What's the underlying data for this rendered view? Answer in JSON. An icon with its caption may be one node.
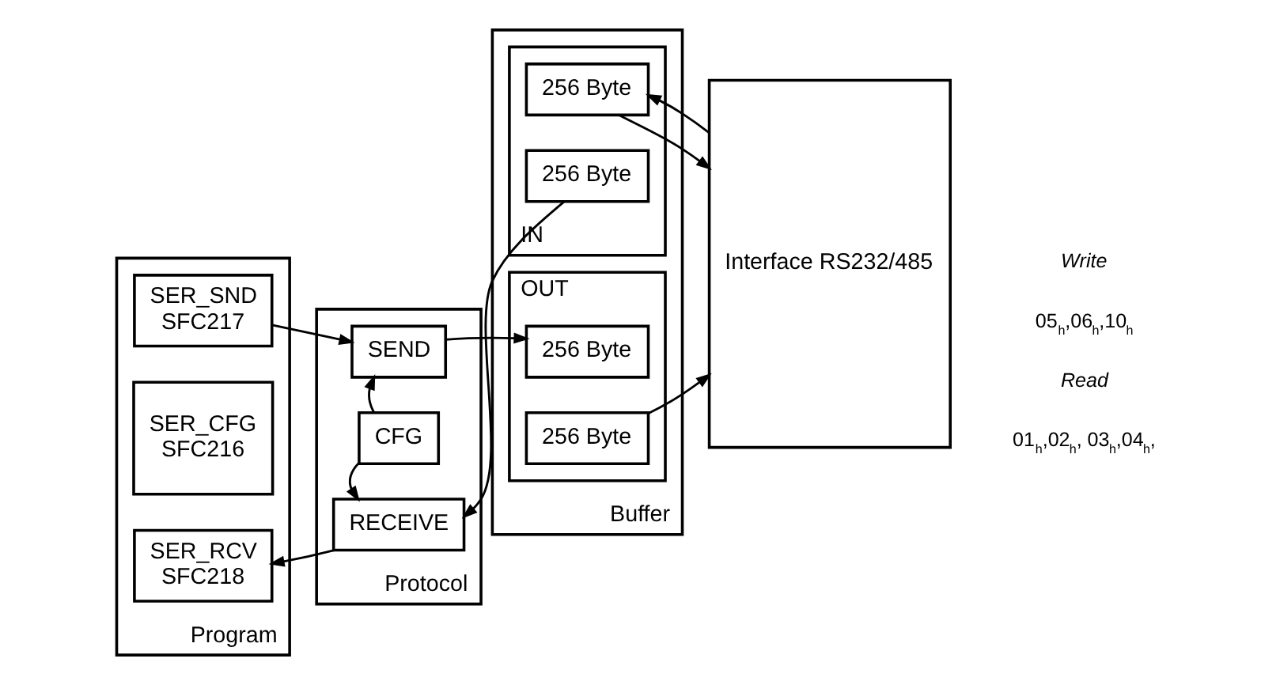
{
  "diagram": {
    "nodes": [
      {
        "text": [
          "Program"
        ]
      },
      {
        "text": [
          "SER_RCV",
          "SFC218"
        ],
        "in": 0
      },
      {
        "text": [
          "SER_CFG",
          "SFC216"
        ],
        "in": 0
      },
      {
        "text": [
          "SER_SND",
          "SFC217"
        ],
        "in": 0
      },
      {
        "text": [
          "Protocol"
        ]
      },
      {
        "text": [
          "RECEIVE"
        ],
        "in": 4
      },
      {
        "text": [
          "CFG"
        ],
        "in": 4
      },
      {
        "text": [
          "SEND"
        ],
        "in": 4
      },
      {
        "text": [
          "Buffer"
        ]
      },
      {
        "text": [
          "IN"
        ],
        "in": 8
      },
      {
        "text": [
          "256 Byte"
        ],
        "in": 9
      },
      {
        "text": [
          "256 Byte"
        ],
        "in": 9
      },
      {
        "text": [
          "OUT"
        ],
        "in": 8
      },
      {
        "text": [
          "256 Byte"
        ],
        "in": 12
      },
      {
        "text": [
          "256 Byte"
        ],
        "in": 12
      },
      {
        "text": [
          "Interface RS232/485"
        ]
      }
    ],
    "edges": [
      {
        "from": 5,
        "to": 1,
        "arrow": "to"
      },
      {
        "from": 10,
        "to": 5,
        "arrow": "to"
      },
      {
        "from": 6,
        "to": 5,
        "arrow": "to"
      },
      {
        "from": 6,
        "to": 7,
        "arrow": "to"
      },
      {
        "from": 3,
        "to": 7,
        "arrow": "to"
      },
      {
        "from": 7,
        "to": 14,
        "arrow": "to"
      },
      {
        "from": 11,
        "to": 15,
        "arrow": "to"
      },
      {
        "from": 15,
        "to": 11,
        "arrow": "to"
      },
      {
        "from": 13,
        "to": 15,
        "arrow": "to"
      }
    ],
    "labels": [
      "Write",
      "05$_{h}$,06$_{h}$,10$_{h}$",
      "Read",
      "01$_{h}$,02$_{h}$, 03$_{h}$,04$_{h}$,"
    ]
  }
}
